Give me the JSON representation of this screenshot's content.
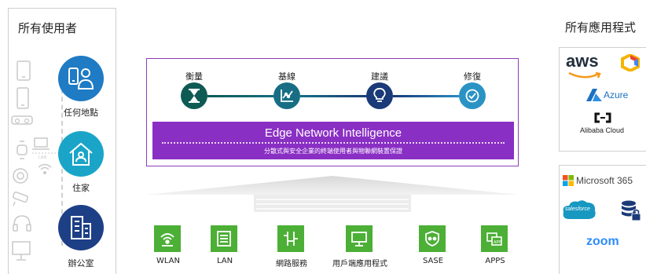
{
  "left_panel": {
    "title": "所有使用者",
    "locations": [
      {
        "label": "任何地點",
        "icon": "person-phone-icon",
        "color": "#1f7bc4"
      },
      {
        "label": "住家",
        "icon": "home-icon",
        "color": "#1aa5c8"
      },
      {
        "label": "辦公室",
        "icon": "office-building-icon",
        "color": "#1d3f86"
      }
    ],
    "device_icons": [
      "tablet-icon",
      "phone-icon",
      "vr-headset-icon",
      "watch-icon",
      "laptop-icon",
      "wifi-icon",
      "camera-icon",
      "headset-icon",
      "monitor-icon"
    ]
  },
  "center": {
    "steps": [
      {
        "label": "衡量",
        "icon": "hourglass-icon",
        "color": "#0e5a55"
      },
      {
        "label": "基線",
        "icon": "chart-icon",
        "color": "#176e84"
      },
      {
        "label": "建議",
        "icon": "lightbulb-icon",
        "color": "#1a3a78"
      },
      {
        "label": "修復",
        "icon": "check-badge-icon",
        "color": "#2a93c4"
      }
    ],
    "bar_title": "Edge Network Intelligence",
    "bar_subtitle": "分散式與安全企業的終端使用者與物聯網裝置保證",
    "bar_color": "#8a2fc4",
    "infrastructure": [
      {
        "label": "WLAN",
        "icon": "wlan-icon"
      },
      {
        "label": "LAN",
        "icon": "lan-switch-icon"
      },
      {
        "label": "網路服務",
        "icon": "network-services-icon"
      },
      {
        "label": "用戶端應用程式",
        "icon": "client-app-icon"
      },
      {
        "label": "SASE",
        "icon": "sase-icon"
      },
      {
        "label": "APPS",
        "icon": "apps-icon"
      }
    ],
    "infra_color": "#4caf36"
  },
  "right_panel": {
    "title": "所有應用程式",
    "clouds": [
      {
        "label": "aws",
        "icon": "aws-logo"
      },
      {
        "label": "",
        "icon": "google-cloud-logo"
      },
      {
        "label": "Azure",
        "icon": "azure-logo"
      },
      {
        "label": "Alibaba Cloud",
        "icon": "alibaba-cloud-logo"
      }
    ],
    "saas": [
      {
        "label": "Microsoft 365",
        "icon": "microsoft-logo"
      },
      {
        "label": "salesforce",
        "icon": "salesforce-logo"
      },
      {
        "label": "",
        "icon": "database-lock-icon"
      },
      {
        "label": "zoom",
        "icon": "zoom-logo"
      }
    ]
  }
}
